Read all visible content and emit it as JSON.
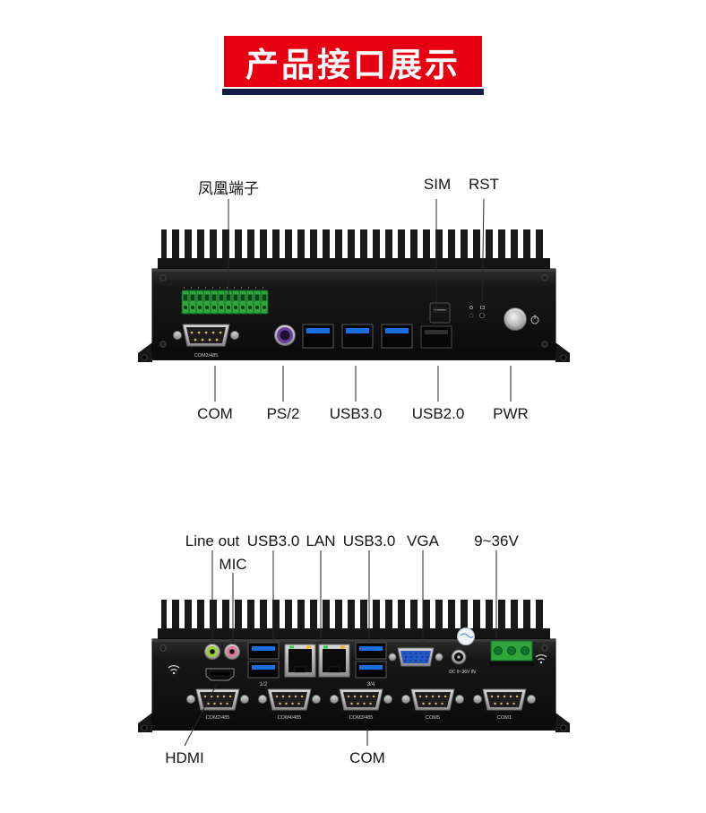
{
  "page": {
    "title": "产品接口展示",
    "accent_red": "#e60012",
    "underline_color": "#131c45"
  },
  "front_view": {
    "callouts_top": [
      {
        "text": "凤凰端子"
      },
      {
        "text": "SIM"
      },
      {
        "text": "RST"
      }
    ],
    "callouts_bottom": [
      {
        "text": "COM"
      },
      {
        "text": "PS/2"
      },
      {
        "text": "USB3.0"
      },
      {
        "text": "USB2.0"
      },
      {
        "text": "PWR"
      }
    ],
    "markings": {
      "com_port": "COM2/485"
    }
  },
  "rear_view": {
    "callouts_top": [
      {
        "text": "Line out"
      },
      {
        "text": "USB3.0"
      },
      {
        "text": "LAN"
      },
      {
        "text": "USB3.0"
      },
      {
        "text": "VGA"
      },
      {
        "text": "9~36V"
      }
    ],
    "mic_label": "MIC",
    "callouts_bottom": [
      {
        "text": "HDMI"
      },
      {
        "text": "COM"
      }
    ],
    "markings": {
      "dc_in": "DC 9~36V IN",
      "usb_group1": "1/2",
      "usb_group2": "3/4",
      "com_ports": [
        "COM2/485",
        "COM4/485",
        "COM3/485",
        "COM5",
        "COM1"
      ]
    }
  }
}
